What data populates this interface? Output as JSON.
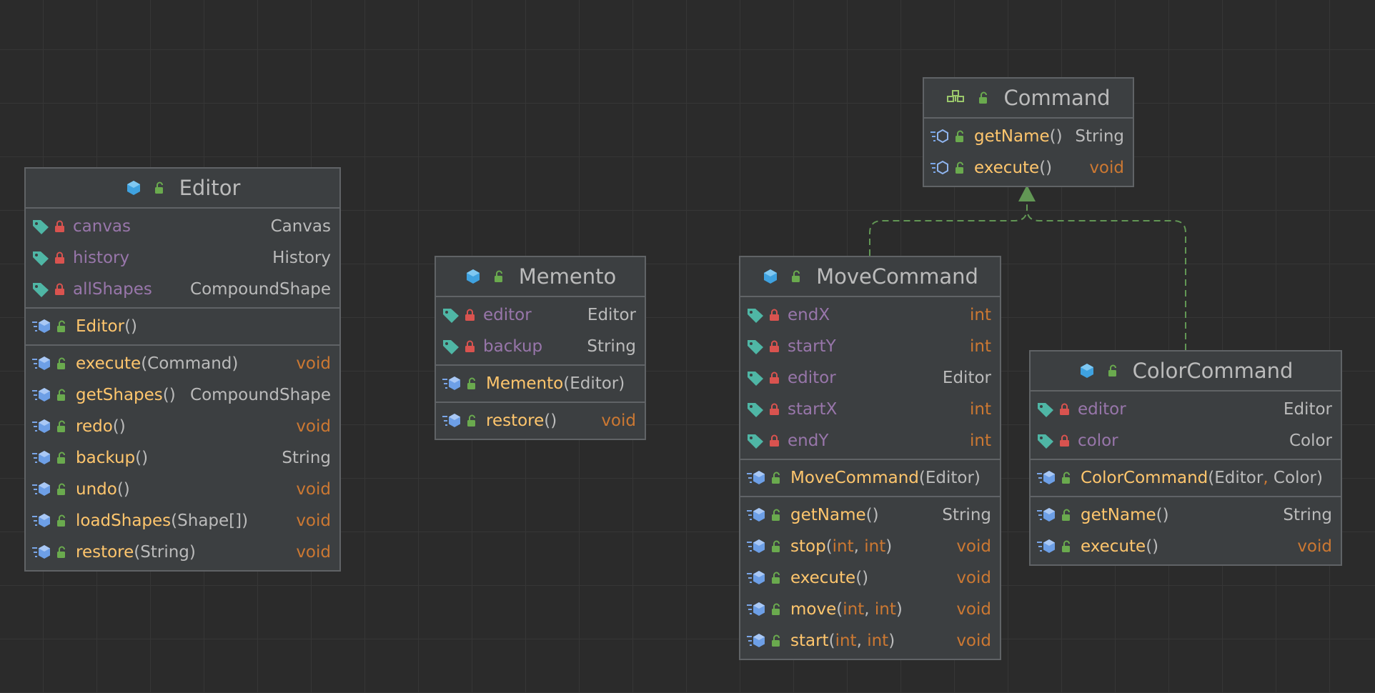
{
  "classes": {
    "editor": {
      "name": "Editor",
      "fields": [
        {
          "name": "canvas",
          "type": "Canvas"
        },
        {
          "name": "history",
          "type": "History"
        },
        {
          "name": "allShapes",
          "type": "CompoundShape"
        }
      ],
      "constructor": {
        "name": "Editor",
        "params": "()"
      },
      "methods": [
        {
          "name": "execute",
          "params": "(Command)",
          "type": "void"
        },
        {
          "name": "getShapes",
          "params": "()",
          "type": "CompoundShape"
        },
        {
          "name": "redo",
          "params": "()",
          "type": "void"
        },
        {
          "name": "backup",
          "params": "()",
          "type": "String"
        },
        {
          "name": "undo",
          "params": "()",
          "type": "void"
        },
        {
          "name": "loadShapes",
          "params": "(Shape[])",
          "type": "void"
        },
        {
          "name": "restore",
          "params": "(String)",
          "type": "void"
        }
      ]
    },
    "memento": {
      "name": "Memento",
      "fields": [
        {
          "name": "editor",
          "type": "Editor"
        },
        {
          "name": "backup",
          "type": "String"
        }
      ],
      "constructor": {
        "name": "Memento",
        "params": "(Editor)"
      },
      "methods": [
        {
          "name": "restore",
          "params": "()",
          "type": "void"
        }
      ]
    },
    "command": {
      "name": "Command",
      "methods": [
        {
          "name": "getName",
          "params": "()",
          "type": "String"
        },
        {
          "name": "execute",
          "params": "()",
          "type": "void"
        }
      ]
    },
    "move_command": {
      "name": "MoveCommand",
      "fields": [
        {
          "name": "endX",
          "type": "int"
        },
        {
          "name": "startY",
          "type": "int"
        },
        {
          "name": "editor",
          "type": "Editor"
        },
        {
          "name": "startX",
          "type": "int"
        },
        {
          "name": "endY",
          "type": "int"
        }
      ],
      "constructor": {
        "name": "MoveCommand",
        "params": "(Editor)"
      },
      "methods": [
        {
          "name": "getName",
          "params": "()",
          "type": "String"
        },
        {
          "name": "stop",
          "params_open": "(",
          "p1": "int",
          "sep": ", ",
          "p2": "int",
          "params_close": ")",
          "type": "void"
        },
        {
          "name": "execute",
          "params": "()",
          "type": "void"
        },
        {
          "name": "move",
          "params_open": "(",
          "p1": "int",
          "sep": ", ",
          "p2": "int",
          "params_close": ")",
          "type": "void"
        },
        {
          "name": "start",
          "params_open": "(",
          "p1": "int",
          "sep": ", ",
          "p2": "int",
          "params_close": ")",
          "type": "void"
        }
      ]
    },
    "color_command": {
      "name": "ColorCommand",
      "fields": [
        {
          "name": "editor",
          "type": "Editor"
        },
        {
          "name": "color",
          "type": "Color"
        }
      ],
      "constructor": {
        "name": "ColorCommand",
        "params_open": "(Editor",
        "sep": ",",
        "params_close": " Color)"
      },
      "methods": [
        {
          "name": "getName",
          "params": "()",
          "type": "String"
        },
        {
          "name": "execute",
          "params": "()",
          "type": "void"
        }
      ]
    }
  },
  "colors": {
    "background": "#2b2b2b",
    "class_fill": "#3c3f41",
    "field_name": "#9876aa",
    "method_name": "#ffc66d",
    "keyword_type": "#cc7832",
    "realization_arrow": "#629755"
  },
  "icons": {
    "class": "class-icon",
    "interface": "interface-icon",
    "field": "field-tag-icon",
    "private": "lock-icon",
    "public": "unlock-icon",
    "method": "method-icon"
  }
}
